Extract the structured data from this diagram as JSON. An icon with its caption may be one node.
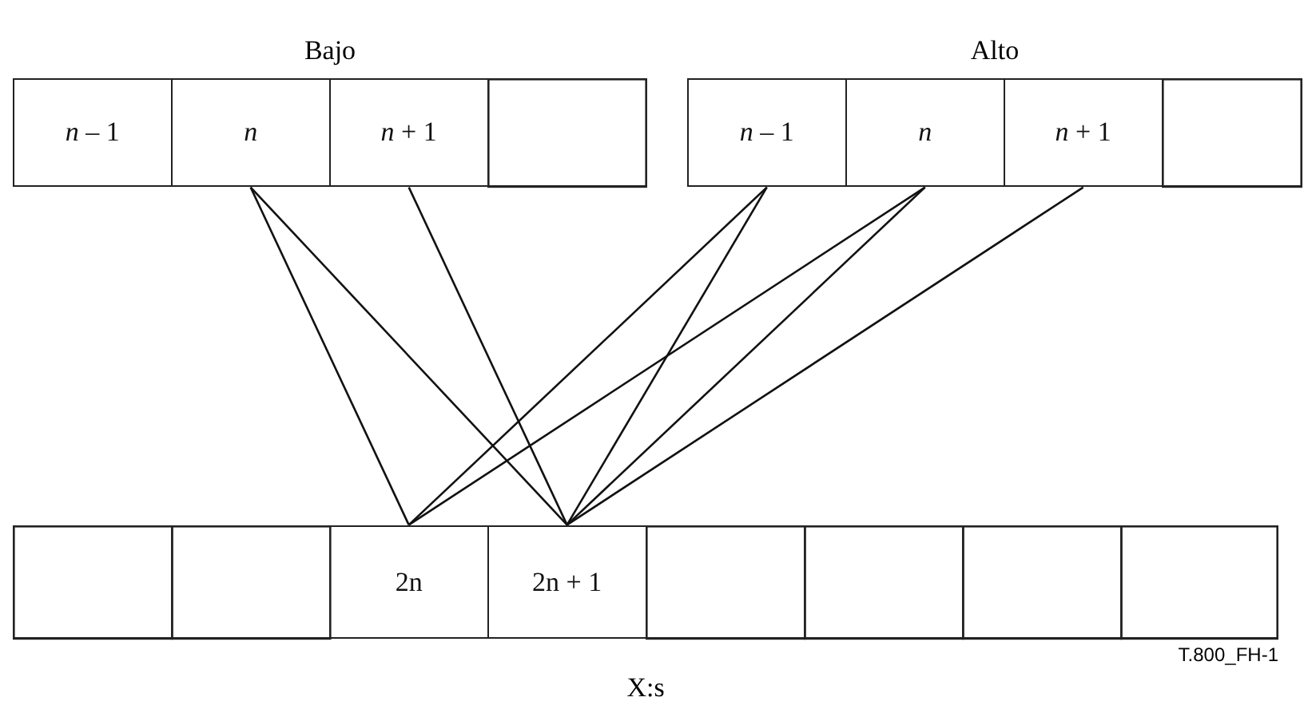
{
  "diagram": {
    "nodes": [
      {
        "text": [
          "Bajo"
        ]
      },
      {
        "text": [
          "*n* – 1"
        ],
        "in": 0
      },
      {
        "text": [
          "*n*"
        ],
        "in": 0
      },
      {
        "text": [
          "*n* + 1"
        ],
        "in": 0
      },
      {
        "text": [],
        "shape": "box",
        "in": 0
      },
      {
        "text": [
          "Alto"
        ]
      },
      {
        "text": [
          "*n* – 1"
        ],
        "in": 5
      },
      {
        "text": [
          "*n*"
        ],
        "in": 5
      },
      {
        "text": [
          "*n* + 1"
        ],
        "in": 5
      },
      {
        "text": [],
        "shape": "box",
        "in": 5
      },
      {
        "text": [
          "X:s"
        ]
      },
      {
        "text": [],
        "shape": "box",
        "in": 10
      },
      {
        "text": [],
        "shape": "box",
        "in": 10
      },
      {
        "text": [
          "2n"
        ],
        "in": 10
      },
      {
        "text": [
          "2n + 1"
        ],
        "in": 10
      },
      {
        "text": [],
        "shape": "box",
        "in": 10
      },
      {
        "text": [],
        "shape": "box",
        "in": 10
      },
      {
        "text": [],
        "shape": "box",
        "in": 10
      },
      {
        "text": [],
        "shape": "box",
        "in": 10
      }
    ],
    "edges": [
      {
        "from": 2,
        "to": 13,
        "arrow": "none"
      },
      {
        "from": 2,
        "to": 14,
        "arrow": "none"
      },
      {
        "from": 3,
        "to": 14,
        "arrow": "none"
      },
      {
        "from": 6,
        "to": 13,
        "arrow": "none"
      },
      {
        "from": 6,
        "to": 14,
        "arrow": "none"
      },
      {
        "from": 7,
        "to": 13,
        "arrow": "none"
      },
      {
        "from": 7,
        "to": 14,
        "arrow": "none"
      },
      {
        "from": 8,
        "to": 14,
        "arrow": "none"
      }
    ],
    "labels": [
      "T.800_FH-1"
    ]
  }
}
